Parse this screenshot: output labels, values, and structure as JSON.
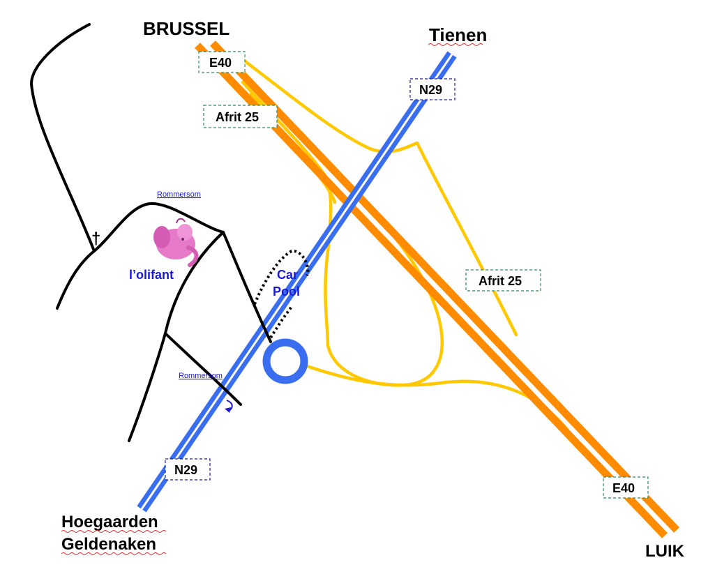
{
  "cities": {
    "brussel": "BRUSSEL",
    "tienen": "Tienen",
    "hoegaarden": "Hoegaarden",
    "geldenaken": "Geldenaken",
    "luik": "LUIK"
  },
  "road_signs": {
    "e40_top": "E40",
    "e40_bottom": "E40",
    "n29_top": "N29",
    "n29_bottom": "N29",
    "exit_top": "Afrit 25",
    "exit_right": "Afrit 25"
  },
  "labels": {
    "rommersom_top": "Rommersom",
    "rommersom_bottom": "Rommersom",
    "olifant": "l’olifant",
    "carpool_line1": "Car",
    "carpool_line2": "Pool",
    "church_symbol": "†"
  },
  "colors": {
    "motorway": "#ff8c00",
    "n_road": "#3a6ef0",
    "ramp": "#ffc800",
    "local_road": "#000000",
    "label_blue": "#1a1ad0"
  },
  "icons": {
    "olifant": "pink-elephant-icon",
    "turn": "turn-arrow-icon",
    "church": "church-cross-icon"
  }
}
